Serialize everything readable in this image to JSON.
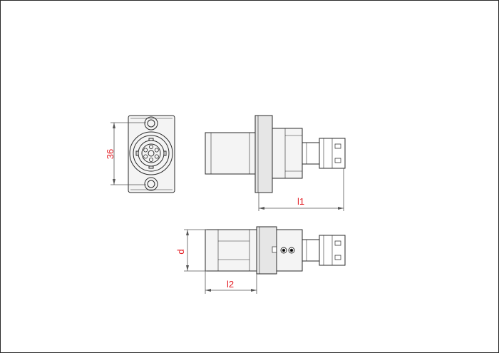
{
  "drawing": {
    "line_color": "#2a2a2a",
    "fill_light": "#f4f4f4",
    "fill_mid": "#e6e6e6",
    "dimension_line_color": "#555555",
    "dimension_text_color": "#e31e24"
  },
  "dimensions": {
    "height_label": "36",
    "l1_label": "l1",
    "d_label": "d",
    "l2_label": "l2"
  }
}
